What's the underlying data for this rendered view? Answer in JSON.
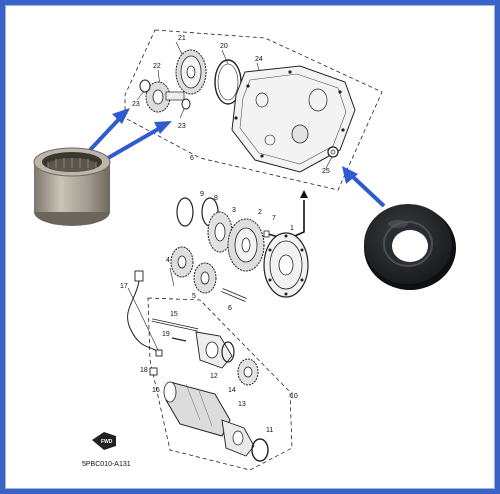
{
  "diagram": {
    "part_code": "5PBC010-A131",
    "fwd_label": "FWD",
    "callouts": [
      "21",
      "20",
      "22",
      "24",
      "23",
      "23",
      "6",
      "25",
      "9",
      "8",
      "3",
      "2",
      "7",
      "4",
      "1",
      "17",
      "5",
      "6",
      "15",
      "19",
      "18",
      "16",
      "14",
      "12",
      "10",
      "13",
      "11"
    ]
  },
  "colors": {
    "frame": "#3a63c8",
    "arrow": "#2f5bd0",
    "bearing_outer": "#a9a398",
    "seal_body": "#1d1f22"
  },
  "icons": {
    "fwd_badge": "fwd-arrow-icon"
  }
}
